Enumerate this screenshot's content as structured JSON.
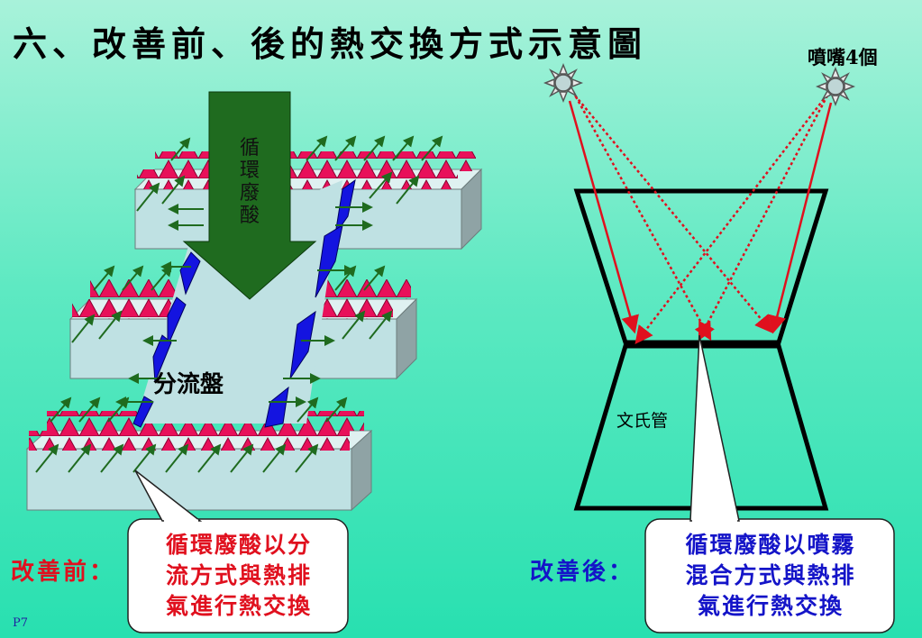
{
  "title": "六、改善前、後的熱交換方式示意圖",
  "labels": {
    "nozzles": "噴嘴4個",
    "venturi": "文氏管",
    "circulating_acid": "循環廢酸",
    "diverter_plate": "分流盤",
    "before": "改善前：",
    "after": "改善後："
  },
  "callouts": {
    "before": [
      "循環廢酸以分",
      "流方式與熱排",
      "氣進行熱交換"
    ],
    "after": [
      "循環廢酸以噴霧",
      "混合方式與熱排",
      "氣進行熱交換"
    ]
  },
  "page_number": "P7",
  "colors": {
    "before_text": "#e0101e",
    "after_text": "#1414c8",
    "acid_arrow": "#1f6b1f",
    "spray_line": "#e0101e",
    "tray_face": "#bfe1e3",
    "triangle": "#e8105a",
    "blue_wedge": "#1414e0"
  },
  "icons": {
    "nozzle": "sun-burst-icon",
    "flow_arrow": "down-arrow-icon"
  }
}
